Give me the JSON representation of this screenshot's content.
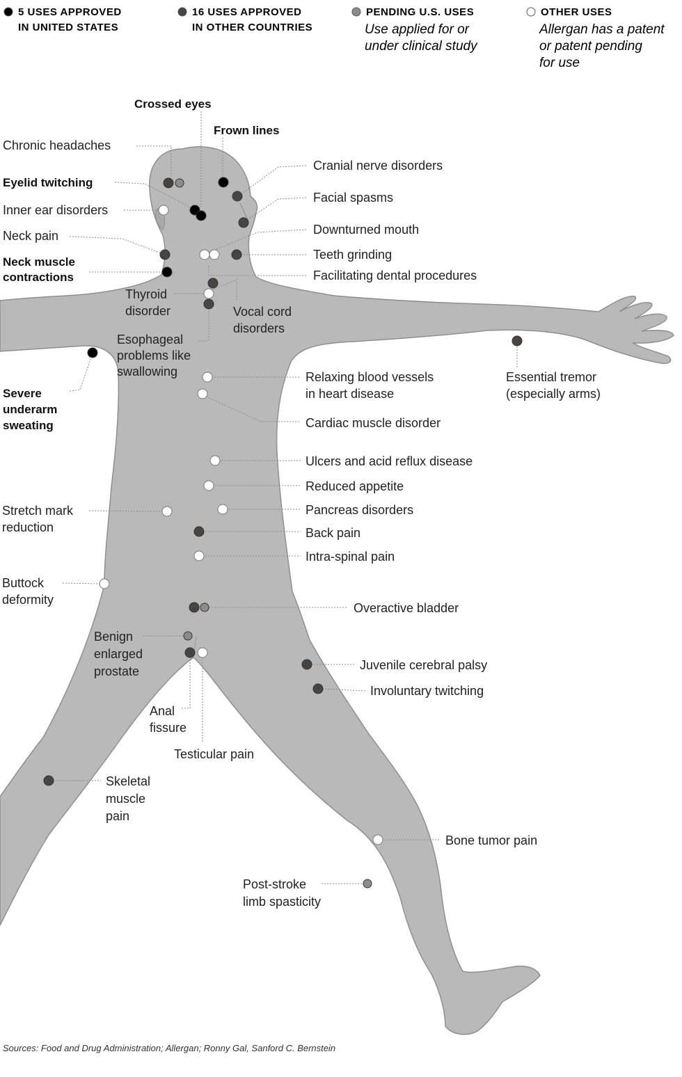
{
  "legend": [
    {
      "key": "approved_us",
      "line1": "5 USES APPROVED",
      "line2": "IN UNITED STATES",
      "sub": [],
      "color": "#000000"
    },
    {
      "key": "approved_other",
      "line1": "16 USES APPROVED",
      "line2": "IN OTHER COUNTRIES",
      "sub": [],
      "color": "#4a4440"
    },
    {
      "key": "pending_us",
      "line1": "PENDING U.S. USES",
      "line2": "",
      "sub": [
        "Use applied for or",
        "under clinical study"
      ],
      "color": "#8c8c8c"
    },
    {
      "key": "other",
      "line1": "OTHER USES",
      "line2": "",
      "sub": [
        "Allergan has a patent",
        "or patent pending",
        "for use"
      ],
      "color": "#ffffff"
    }
  ],
  "labels": {
    "crossed_eyes": [
      "Crossed eyes"
    ],
    "frown_lines": [
      "Frown lines"
    ],
    "chronic_headaches": [
      "Chronic headaches"
    ],
    "eyelid_twitching": [
      "Eyelid twitching"
    ],
    "inner_ear": [
      "Inner ear disorders"
    ],
    "neck_pain": [
      "Neck pain"
    ],
    "neck_muscle": [
      "Neck muscle",
      "contractions"
    ],
    "thyroid": [
      "Thyroid",
      "disorder"
    ],
    "esophageal": [
      "Esophageal",
      "problems like",
      "swallowing"
    ],
    "underarm": [
      "Severe",
      "underarm",
      "sweating"
    ],
    "stretch_mark": [
      "Stretch mark",
      "reduction"
    ],
    "buttock": [
      "Buttock",
      "deformity"
    ],
    "prostate": [
      "Benign",
      "enlarged",
      "prostate"
    ],
    "anal_fissure": [
      "Anal",
      "fissure"
    ],
    "testicular": [
      "Testicular pain"
    ],
    "skeletal": [
      "Skeletal",
      "muscle",
      "pain"
    ],
    "cranial_nerve": [
      "Cranial nerve disorders"
    ],
    "facial_spasms": [
      "Facial spasms"
    ],
    "downturned_mouth": [
      "Downturned mouth"
    ],
    "teeth_grinding": [
      "Teeth grinding"
    ],
    "dental": [
      "Facilitating dental procedures"
    ],
    "vocal_cord": [
      "Vocal cord",
      "disorders"
    ],
    "essential_tremor": [
      "Essential tremor",
      "(especially arms)"
    ],
    "blood_vessels": [
      "Relaxing blood vessels",
      "in heart disease"
    ],
    "cardiac": [
      "Cardiac muscle disorder"
    ],
    "ulcers": [
      "Ulcers and acid reflux disease"
    ],
    "appetite": [
      "Reduced appetite"
    ],
    "pancreas": [
      "Pancreas disorders"
    ],
    "back_pain": [
      "Back pain"
    ],
    "intra_spinal": [
      "Intra-spinal pain"
    ],
    "bladder": [
      "Overactive bladder"
    ],
    "cerebral_palsy": [
      "Juvenile cerebral palsy"
    ],
    "twitching": [
      "Involuntary twitching"
    ],
    "bone_tumor": [
      "Bone tumor pain"
    ],
    "post_stroke": [
      "Post-stroke",
      "limb spasticity"
    ]
  },
  "points": [
    {
      "use": "crossed_eyes",
      "cat": "approved_us"
    },
    {
      "use": "frown_lines",
      "cat": "approved_us"
    },
    {
      "use": "chronic_headaches",
      "cat": "approved_other"
    },
    {
      "use": "chronic_headaches",
      "cat": "pending_us"
    },
    {
      "use": "eyelid_twitching",
      "cat": "approved_us"
    },
    {
      "use": "inner_ear",
      "cat": "other"
    },
    {
      "use": "neck_pain",
      "cat": "approved_other"
    },
    {
      "use": "neck_muscle",
      "cat": "approved_us"
    },
    {
      "use": "underarm",
      "cat": "approved_us"
    },
    {
      "use": "cranial_nerve",
      "cat": "approved_other"
    },
    {
      "use": "facial_spasms",
      "cat": "approved_other"
    },
    {
      "use": "downturned_mouth",
      "cat": "other"
    },
    {
      "use": "teeth_grinding",
      "cat": "other"
    },
    {
      "use": "teeth_grinding",
      "cat": "approved_other"
    },
    {
      "use": "dental",
      "cat": "approved_other"
    },
    {
      "use": "thyroid",
      "cat": "other"
    },
    {
      "use": "esophageal",
      "cat": "approved_other"
    },
    {
      "use": "essential_tremor",
      "cat": "approved_other"
    },
    {
      "use": "blood_vessels",
      "cat": "other"
    },
    {
      "use": "cardiac",
      "cat": "other"
    },
    {
      "use": "ulcers",
      "cat": "other"
    },
    {
      "use": "appetite",
      "cat": "other"
    },
    {
      "use": "stretch_mark",
      "cat": "other"
    },
    {
      "use": "pancreas",
      "cat": "other"
    },
    {
      "use": "back_pain",
      "cat": "approved_other"
    },
    {
      "use": "intra_spinal",
      "cat": "other"
    },
    {
      "use": "buttock",
      "cat": "other"
    },
    {
      "use": "bladder",
      "cat": "approved_other"
    },
    {
      "use": "bladder",
      "cat": "pending_us"
    },
    {
      "use": "prostate",
      "cat": "pending_us"
    },
    {
      "use": "anal_fissure",
      "cat": "approved_other"
    },
    {
      "use": "testicular",
      "cat": "other"
    },
    {
      "use": "cerebral_palsy",
      "cat": "approved_other"
    },
    {
      "use": "twitching",
      "cat": "approved_other"
    },
    {
      "use": "skeletal",
      "cat": "approved_other"
    },
    {
      "use": "bone_tumor",
      "cat": "other"
    },
    {
      "use": "post_stroke",
      "cat": "pending_us"
    }
  ],
  "bold_labels": [
    "crossed_eyes",
    "frown_lines",
    "eyelid_twitching",
    "neck_muscle",
    "underarm"
  ],
  "colors": {
    "body": "#b9b9b9",
    "body_outline": "#8f8f8f",
    "dot_outline": "#555555"
  },
  "source": "Sources: Food and Drug Administration; Allergan; Ronny Gal, Sanford C. Bernstein"
}
